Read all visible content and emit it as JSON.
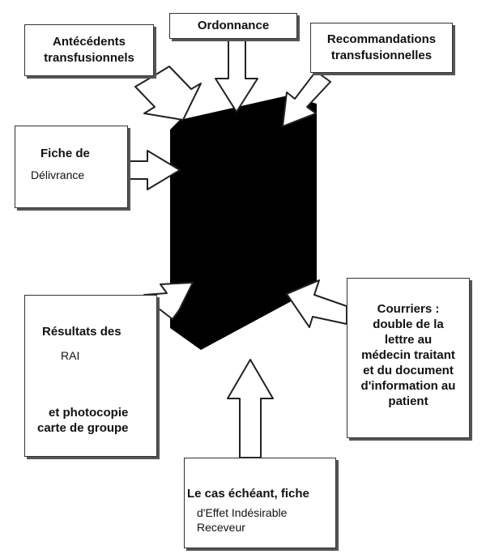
{
  "boxes": {
    "antecedents": {
      "lines": [
        "Antécédents",
        "transfusionnels"
      ]
    },
    "ordonnance": {
      "lines": [
        "Ordonnance"
      ]
    },
    "recommandations": {
      "lines": [
        "Recommandations",
        "transfusionnelles"
      ]
    },
    "fiche_delivrance": {
      "lines": [
        "Fiche de",
        "Délivrance"
      ]
    },
    "resultats": {
      "lines": [
        "Résultats des",
        "RAI",
        "et photocopie",
        "carte de groupe"
      ]
    },
    "courriers": {
      "lines": [
        "Courriers :",
        "double de la",
        "lettre au",
        "médecin traitant",
        "et du document",
        "d'information au",
        "patient"
      ]
    },
    "effet_indesirable": {
      "lines": [
        "Le cas échéant, fiche",
        "d'Effet Indésirable",
        "Receveur"
      ]
    }
  },
  "colors": {
    "folder": "#000000",
    "border": "#333333",
    "text": "#111111",
    "background": "#ffffff"
  }
}
